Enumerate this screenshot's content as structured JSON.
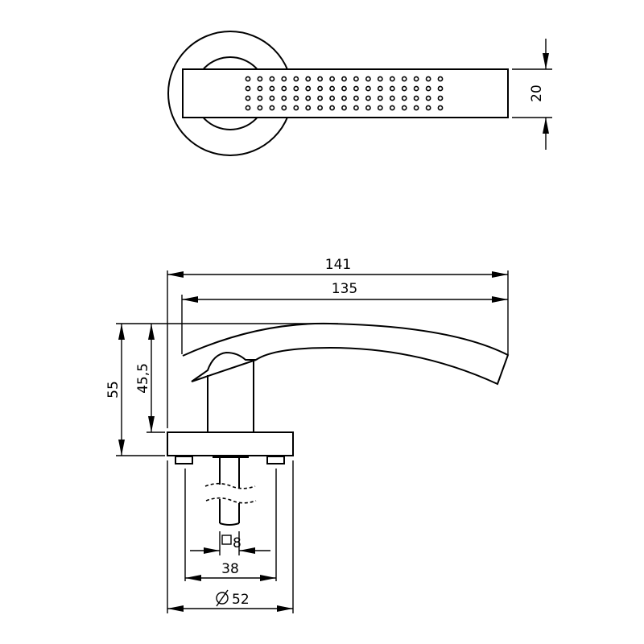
{
  "drawing": {
    "top_view": {
      "height_dim": "20",
      "dot_columns": 17,
      "dot_rows": 4
    },
    "side_view": {
      "overall_length": "141",
      "lever_length": "135",
      "overall_height": "55",
      "lever_height": "45,5",
      "spindle_square": "8",
      "screw_spacing": "38",
      "rose_diameter": "52",
      "square_symbol": "□",
      "diameter_symbol": "Ø"
    },
    "colors": {
      "line": "#000000",
      "background": "#ffffff"
    }
  }
}
